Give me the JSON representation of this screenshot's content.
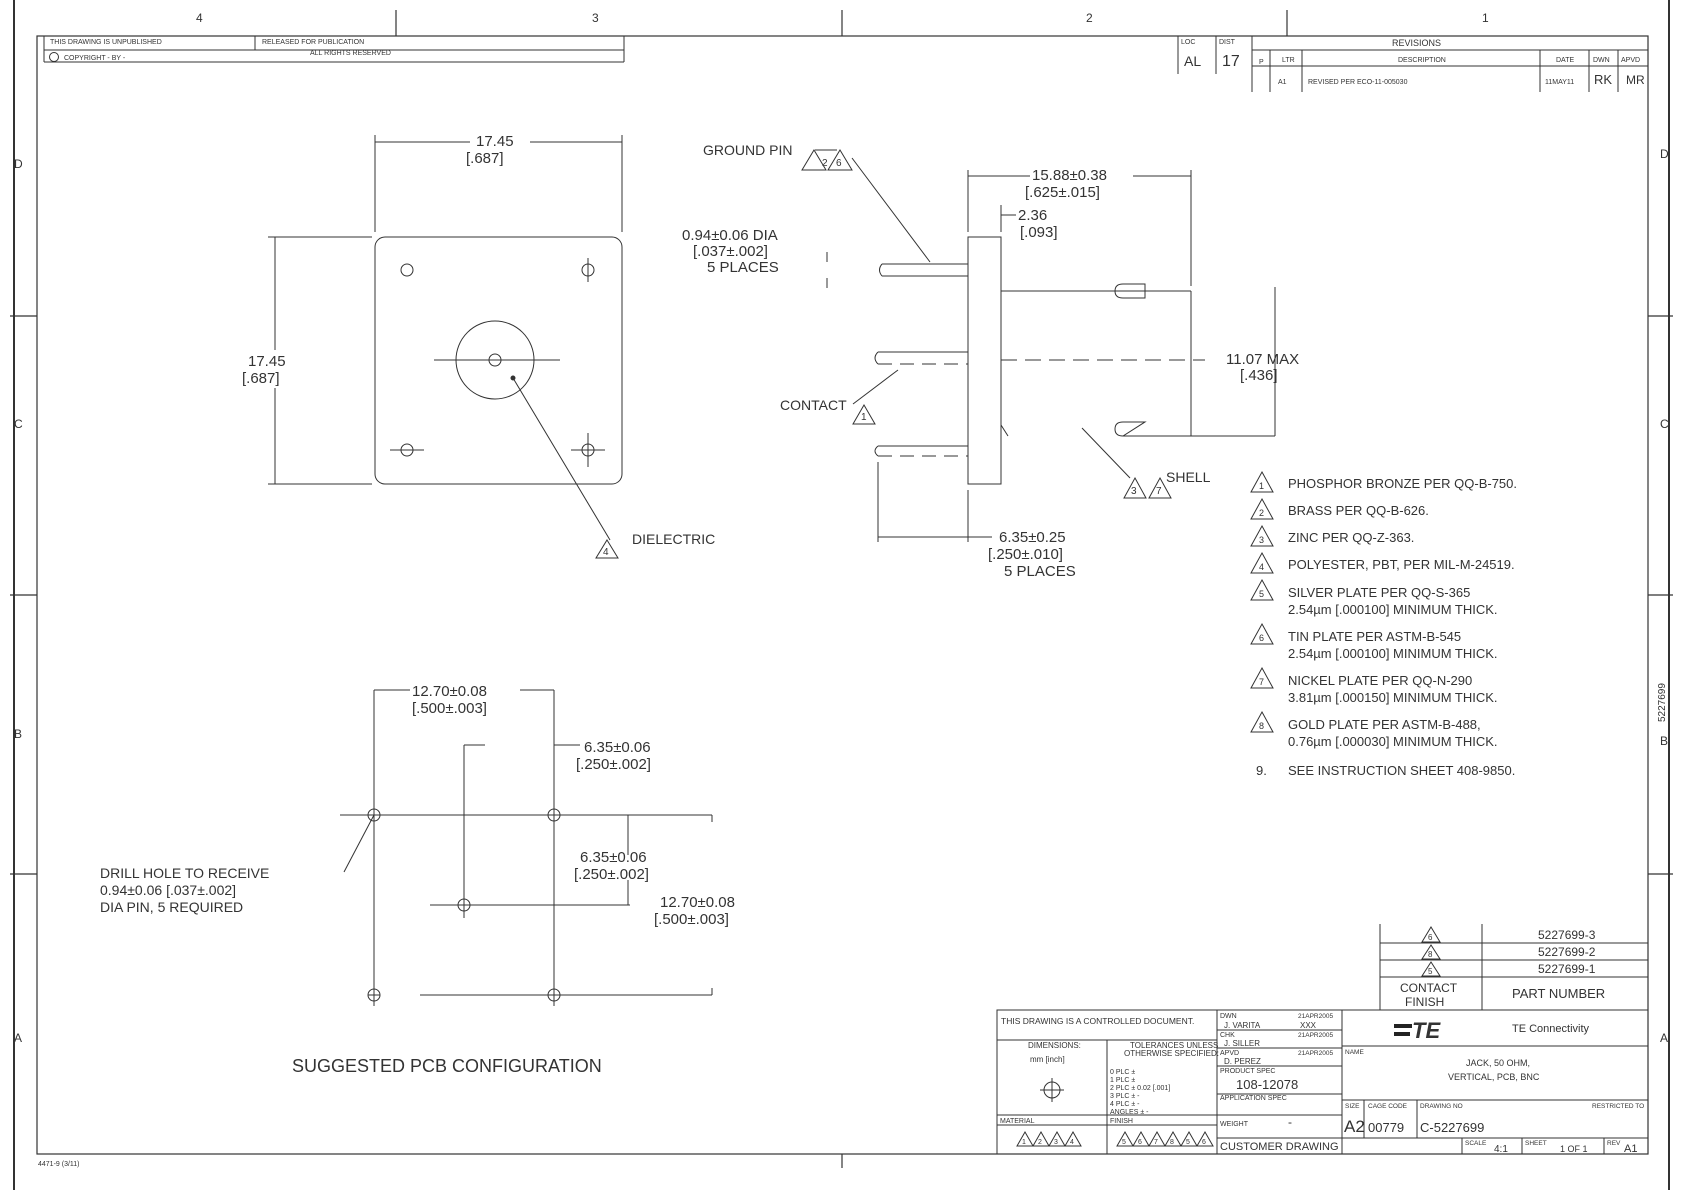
{
  "zones": {
    "columns": [
      "4",
      "3",
      "2",
      "1"
    ],
    "rows": [
      "D",
      "C",
      "B",
      "A"
    ]
  },
  "header": {
    "unpublished": "THIS DRAWING IS UNPUBLISHED",
    "released": "RELEASED FOR PUBLICATION",
    "copyright": "COPYRIGHT  -   BY -",
    "rights": "ALL RIGHTS RESERVED"
  },
  "revisions": {
    "title": "REVISIONS",
    "loc_label": "LOC",
    "loc": "AL",
    "dist_label": "DIST",
    "dist": "17",
    "p_label": "P",
    "ltr_label": "LTR",
    "ltr": "A1",
    "desc_label": "DESCRIPTION",
    "desc": "REVISED PER ECO-11-005030",
    "date_label": "DATE",
    "date": "11MAY11",
    "dwn_label": "DWN",
    "dwn": "RK",
    "apvd_label": "APVD",
    "apvd": "MR"
  },
  "top_view": {
    "width": "17.45",
    "width_in": "[.687]",
    "height": "17.45",
    "height_in": "[.687]",
    "dielectric_label": "DIELECTRIC",
    "dielectric_flag": "4"
  },
  "side_view": {
    "ground_pin": "GROUND PIN",
    "ground_pin_flags": [
      "2",
      "6"
    ],
    "pin_dia": "0.94±0.06 DIA",
    "pin_dia_in": "[.037±.002]",
    "pin_dia_places": "5 PLACES",
    "overall": "15.88±0.38",
    "overall_in": "[.625±.015]",
    "flange": "2.36",
    "flange_in": "[.093]",
    "max_h": "11.07 MAX",
    "max_h_in": "[.436]",
    "contact": "CONTACT",
    "contact_flag": "1",
    "shell": "SHELL",
    "shell_flags": [
      "3",
      "7"
    ],
    "pin_len": "6.35±0.25",
    "pin_len_in": "[.250±.010]",
    "pin_len_places": "5 PLACES"
  },
  "notes": [
    {
      "flag": "1",
      "line1": "PHOSPHOR BRONZE PER QQ-B-750.",
      "line2": ""
    },
    {
      "flag": "2",
      "line1": "BRASS PER QQ-B-626.",
      "line2": ""
    },
    {
      "flag": "3",
      "line1": "ZINC PER QQ-Z-363.",
      "line2": ""
    },
    {
      "flag": "4",
      "line1": "POLYESTER, PBT, PER MIL-M-24519.",
      "line2": ""
    },
    {
      "flag": "5",
      "line1": "SILVER PLATE PER QQ-S-365",
      "line2": "2.54µm [.000100] MINIMUM THICK."
    },
    {
      "flag": "6",
      "line1": "TIN PLATE PER ASTM-B-545",
      "line2": "2.54µm [.000100] MINIMUM THICK."
    },
    {
      "flag": "7",
      "line1": "NICKEL PLATE PER QQ-N-290",
      "line2": "3.81µm [.000150] MINIMUM THICK."
    },
    {
      "flag": "8",
      "line1": "GOLD PLATE PER ASTM-B-488,",
      "line2": "0.76µm [.000030] MINIMUM THICK."
    },
    {
      "flag": "9.",
      "line1": "SEE INSTRUCTION SHEET 408-9850.",
      "line2": ""
    }
  ],
  "pcb": {
    "span_x": "12.70±0.08",
    "span_x_in": "[.500±.003]",
    "offset_x": "6.35±0.06",
    "offset_x_in": "[.250±.002]",
    "offset_y": "6.35±0.06",
    "offset_y_in": "[.250±.002]",
    "span_y": "12.70±0.08",
    "span_y_in": "[.500±.003]",
    "drill_1": "DRILL HOLE TO RECEIVE",
    "drill_2": "0.94±0.06 [.037±.002]",
    "drill_3": "DIA PIN, 5 REQUIRED",
    "caption": "SUGGESTED PCB CONFIGURATION"
  },
  "part_table": {
    "rows": [
      {
        "flag": "6",
        "part": "5227699-3"
      },
      {
        "flag": "8",
        "part": "5227699-2"
      },
      {
        "flag": "5",
        "part": "5227699-1"
      }
    ],
    "col_finish_1": "CONTACT",
    "col_finish_2": "FINISH",
    "col_part": "PART NUMBER"
  },
  "title_block": {
    "controlled": "THIS DRAWING IS A CONTROLLED DOCUMENT.",
    "dimensions_label": "DIMENSIONS:",
    "dimensions_value": "mm [inch]",
    "tolerances_1": "TOLERANCES UNLESS",
    "tolerances_2": "OTHERWISE SPECIFIED:",
    "tol_rows": [
      "0 PLC  ±",
      "1 PLC  ±",
      "2 PLC  ±  0.02 [.001]",
      "3 PLC  ±  -",
      "4 PLC  ±  -",
      "ANGLES  ±  -"
    ],
    "material_label": "MATERIAL",
    "material_flags": [
      "1",
      "2",
      "3",
      "4"
    ],
    "finish_label": "FINISH",
    "finish_flags": [
      "5",
      "6",
      "7",
      "8",
      "5",
      "6"
    ],
    "dwn_label": "DWN",
    "dwn_name": "J. VARITA",
    "dwn_date": "21APR2005",
    "dwn_ck": "XXX",
    "chk_label": "CHK",
    "chk_name": "J. SILLER",
    "chk_date": "21APR2005",
    "appvd_label": "APVD",
    "appvd_name": "D. PEREZ",
    "appvd_date": "21APR2005",
    "product_spec_label": "PRODUCT SPEC",
    "product_spec": "108-12078",
    "app_spec_label": "APPLICATION SPEC",
    "weight_label": "WEIGHT",
    "weight": "-",
    "customer_drawing": "CUSTOMER DRAWING",
    "company_logo": "TE",
    "company": "TE Connectivity",
    "name_label": "NAME",
    "title_1": "JACK, 50 OHM,",
    "title_2": "VERTICAL, PCB, BNC",
    "size_label": "SIZE",
    "size": "A2",
    "cage_label": "CAGE CODE",
    "cage": "00779",
    "dwg_label": "DRAWING NO",
    "dwg": "C-5227699",
    "restricted_label": "RESTRICTED TO",
    "scale_label": "SCALE",
    "scale": "4:1",
    "sheet_label": "SHEET",
    "sheet": "1 OF 1",
    "rev_label": "REV",
    "rev": "A1"
  },
  "side_dwg": "5227699",
  "form_no": "4471-9 (3/11)"
}
